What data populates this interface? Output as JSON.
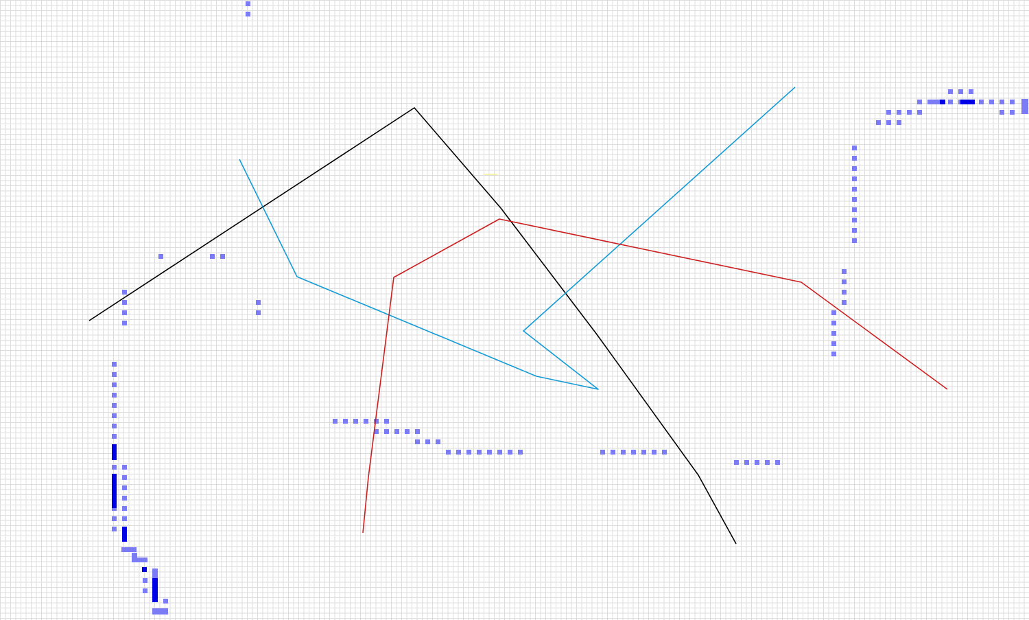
{
  "board": {
    "grid_color": "#dcdcdc",
    "background": "#ffffff"
  },
  "palette": {
    "light_cell": "#7b7bf5",
    "dark_cell": "#0000e6",
    "black_line": "#000000",
    "cyan_line": "#129bd6",
    "red_line": "#cc1f1f"
  },
  "paths": [
    {
      "id": "black-path",
      "color": "#000000"
    },
    {
      "id": "cyan-path",
      "color": "#129bd6"
    },
    {
      "id": "red-path",
      "color": "#cc1f1f"
    }
  ]
}
